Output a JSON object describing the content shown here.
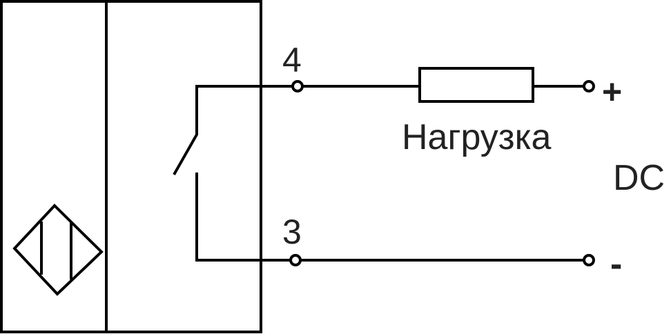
{
  "diagram": {
    "terminals": {
      "positive_pin": "4",
      "negative_pin": "3"
    },
    "load_label": "Нагрузка",
    "supply": {
      "plus": "+",
      "minus": "-",
      "type": "DC"
    },
    "colors": {
      "line": "#000000",
      "text": "#222222"
    }
  }
}
